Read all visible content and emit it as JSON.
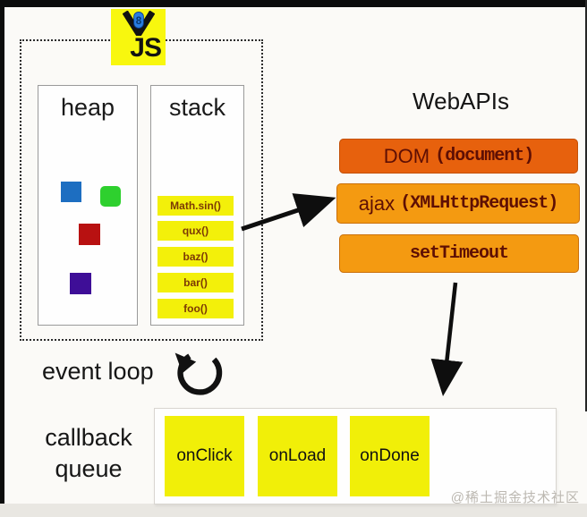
{
  "window": {
    "watermark": "@稀土掘金技术社区"
  },
  "js_logo": {
    "text": "JS",
    "badge": "8"
  },
  "runtime": {
    "heap": {
      "label": "heap",
      "squares": [
        {
          "name": "blue",
          "color": "#1d6ec1"
        },
        {
          "name": "green",
          "color": "#2ed02e"
        },
        {
          "name": "red",
          "color": "#b81111"
        },
        {
          "name": "purple",
          "color": "#3e0e97"
        }
      ]
    },
    "stack": {
      "label": "stack",
      "frames": [
        "Math.sin()",
        "qux()",
        "baz()",
        "bar()",
        "foo()"
      ]
    }
  },
  "webapis": {
    "title": "WebAPIs",
    "items": [
      {
        "prefix": "DOM ",
        "code": "(document)",
        "color": "#e7610d"
      },
      {
        "prefix": "ajax ",
        "code": "(XMLHttpRequest)",
        "color": "#f49a11"
      },
      {
        "prefix": "",
        "code": "setTimeout",
        "color": "#f49a11"
      }
    ]
  },
  "event_loop": {
    "label": "event loop"
  },
  "callback_queue": {
    "label_line1": "callback",
    "label_line2": "queue",
    "items": [
      "onClick",
      "onLoad",
      "onDone"
    ]
  },
  "colors": {
    "stack_frame_bg": "#f3f00a",
    "callback_item_bg": "#f1ef08",
    "js_logo_bg": "#f8f70e"
  },
  "icons": {
    "v8_icon": "v8-engine-badge",
    "event_loop_icon": "circular-arrow",
    "arrow_stack_to_webapis": "arrow-right-up",
    "arrow_settimeout_to_queue": "arrow-down"
  }
}
